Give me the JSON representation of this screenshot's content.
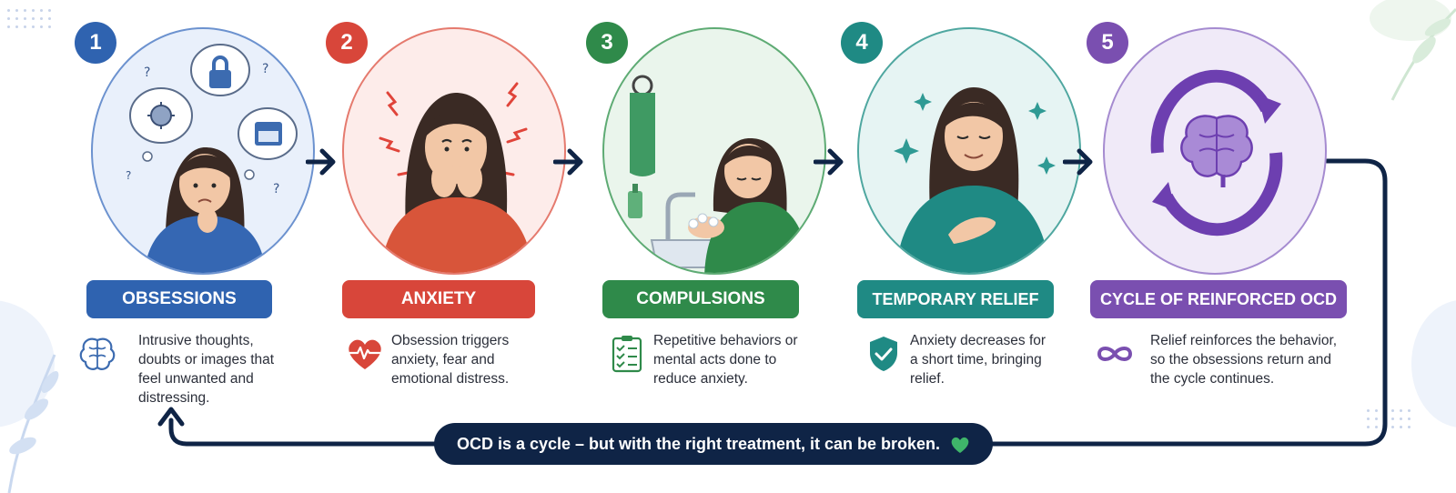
{
  "colors": {
    "blue": "#2f63b0",
    "red": "#d8463a",
    "green": "#2f8a4a",
    "teal": "#1f8a84",
    "purple": "#7a4fb0",
    "navy": "#0f2446"
  },
  "steps": [
    {
      "number": "1",
      "title": "OBSESSIONS",
      "description": "Intrusive thoughts, doubts or images that feel unwanted and distressing.",
      "desc_icon": "brain-outline-icon",
      "illustration": "worried-woman-with-thought-bubbles"
    },
    {
      "number": "2",
      "title": "ANXIETY",
      "description": "Obsession triggers anxiety, fear and emotional distress.",
      "desc_icon": "heart-pulse-icon",
      "illustration": "anxious-woman-biting-nails"
    },
    {
      "number": "3",
      "title": "COMPULSIONS",
      "description": "Repetitive behaviors or mental acts done to reduce anxiety.",
      "desc_icon": "checklist-icon",
      "illustration": "woman-washing-hands"
    },
    {
      "number": "4",
      "title": "TEMPORARY RELIEF",
      "description": "Anxiety decreases for a short time, bringing relief.",
      "desc_icon": "shield-check-icon",
      "illustration": "relieved-woman-hand-on-chest"
    },
    {
      "number": "5",
      "title": "CYCLE OF REINFORCED OCD",
      "description": "Relief reinforces the behavior, so the obsessions return and the cycle continues.",
      "desc_icon": "infinity-icon",
      "illustration": "brain-with-circular-arrows"
    }
  ],
  "footer": {
    "text": "OCD is a cycle – but with the right treatment, it can be broken.",
    "icon": "green-heart-icon"
  }
}
